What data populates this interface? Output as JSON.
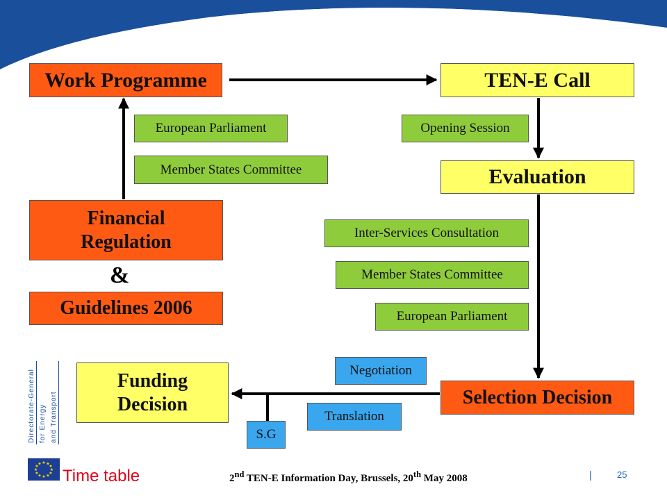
{
  "nodes": {
    "work_programme": "Work Programme",
    "ten_e_call": "TEN-E Call",
    "evaluation": "Evaluation",
    "financial_regulation": "Financial Regulation",
    "ampersand": "&",
    "guidelines": "Guidelines 2006",
    "funding_decision": "Funding Decision",
    "selection_decision": "Selection Decision"
  },
  "steps": {
    "european_parliament_top": "European Parliament",
    "member_states_committee_top": "Member States Committee",
    "opening_session": "Opening Session",
    "inter_services": "Inter-Services Consultation",
    "member_states_committee_mid": "Member States Committee",
    "european_parliament_mid": "European Parliament",
    "negotiation": "Negotiation",
    "translation": "Translation",
    "sg": "S.G"
  },
  "footer": {
    "title": "Time table",
    "event_ord": "2",
    "event_sup": "nd",
    "event_mid": " TEN-E Information Day, Brussels, 20",
    "event_sup2": "th",
    "event_end": " May 2008",
    "separator": "|",
    "page": "25"
  },
  "dg_logo": {
    "line1": "Directorate-General",
    "line2": "for Energy",
    "line3": "and Transport"
  },
  "colors": {
    "orange": "#ff5a14",
    "yellow": "#ffff66",
    "green": "#8fcc3c",
    "blue": "#3aa6ee",
    "brand_blue": "#1a4f9c"
  }
}
